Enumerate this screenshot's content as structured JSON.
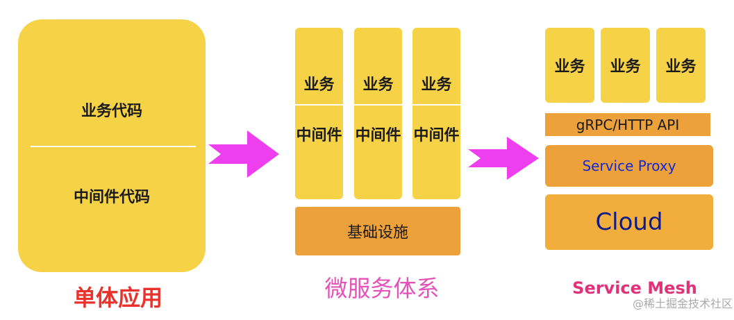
{
  "monolith": {
    "business_code": "业务代码",
    "middleware_code": "中间件代码",
    "title": "单体应用"
  },
  "microservices": {
    "services": [
      {
        "business": "业务",
        "middleware": "中间件"
      },
      {
        "business": "业务",
        "middleware": "中间件"
      },
      {
        "business": "业务",
        "middleware": "中间件"
      }
    ],
    "infrastructure": "基础设施",
    "title": "微服务体系"
  },
  "service_mesh": {
    "businesses": [
      "业务",
      "业务",
      "业务"
    ],
    "api": "gRPC/HTTP API",
    "proxy": "Service Proxy",
    "cloud": "Cloud",
    "title": "Service Mesh"
  },
  "watermark": "@稀土掘金技术社区",
  "colors": {
    "block_yellow": "#f5d246",
    "block_orange": "#eda13a",
    "arrow_magenta": "#ee3fee",
    "title_red": "#e8322b",
    "title_pink": "#e451b8",
    "title_crimson": "#e0317a",
    "proxy_text_blue": "#1428d6",
    "cloud_text_navy": "#0c1a8c"
  }
}
